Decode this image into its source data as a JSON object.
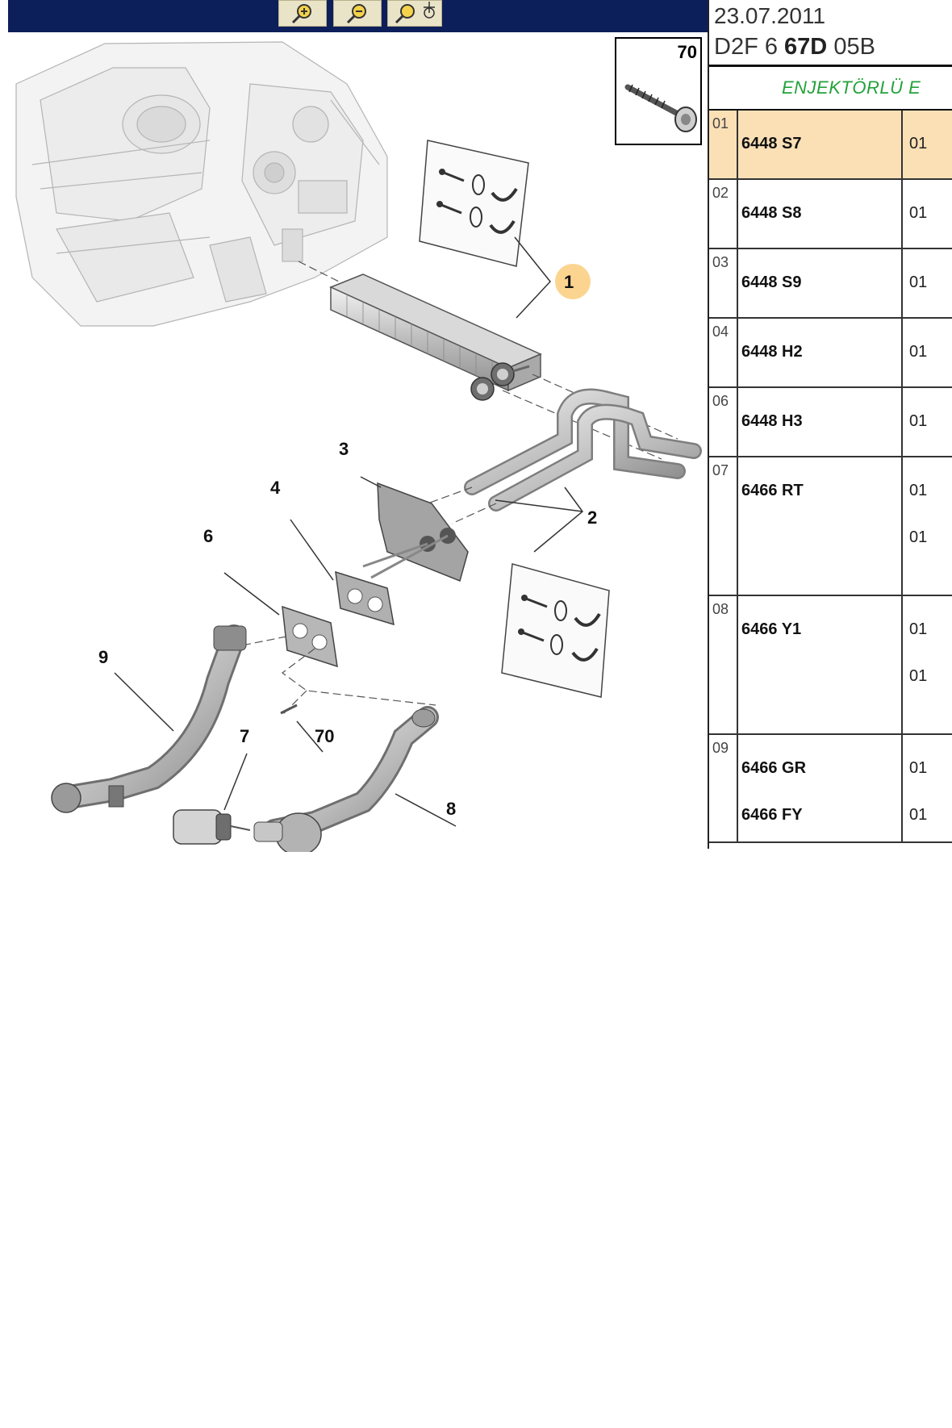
{
  "toolbar": {
    "zoom_in_icon": "zoom-in-icon",
    "zoom_out_icon": "zoom-out-icon",
    "pan_icon": "pan-zoom-icon"
  },
  "diagram": {
    "callouts": [
      "1",
      "2",
      "3",
      "4",
      "6",
      "7",
      "8",
      "9",
      "70"
    ],
    "inset_number": "70"
  },
  "panel": {
    "date": "23.07.2011",
    "code_prefix": "D2F 6",
    "code_bold": "67D",
    "code_suffix": "05B",
    "engine_label": "ENJEKTÖRLÜ E",
    "rows": [
      {
        "index": "01",
        "refs": [
          "6448 S7"
        ],
        "qtys": [
          "01"
        ],
        "selected": true
      },
      {
        "index": "02",
        "refs": [
          "6448 S8"
        ],
        "qtys": [
          "01"
        ],
        "selected": false
      },
      {
        "index": "03",
        "refs": [
          "6448 S9"
        ],
        "qtys": [
          "01"
        ],
        "selected": false
      },
      {
        "index": "04",
        "refs": [
          "6448 H2"
        ],
        "qtys": [
          "01"
        ],
        "selected": false
      },
      {
        "index": "06",
        "refs": [
          "6448 H3"
        ],
        "qtys": [
          "01"
        ],
        "selected": false
      },
      {
        "index": "07",
        "refs": [
          "6466 RT"
        ],
        "qtys": [
          "01",
          "01"
        ],
        "selected": false
      },
      {
        "index": "08",
        "refs": [
          "6466 Y1"
        ],
        "qtys": [
          "01",
          "01"
        ],
        "selected": false
      },
      {
        "index": "09",
        "refs": [
          "6466 GR",
          "6466 FY"
        ],
        "qtys": [
          "01",
          "01"
        ],
        "selected": false
      }
    ]
  }
}
